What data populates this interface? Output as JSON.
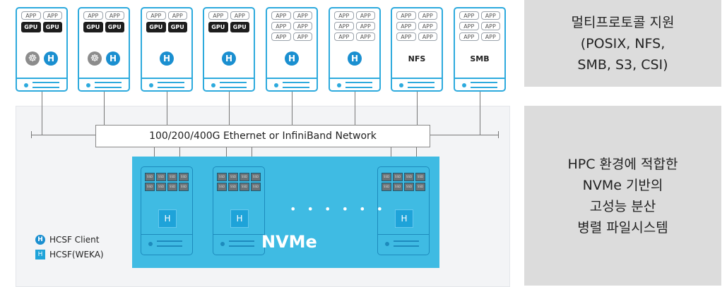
{
  "servers": [
    {
      "type": "gpu",
      "k8s": true,
      "client_label": "H"
    },
    {
      "type": "gpu",
      "k8s": true,
      "client_label": "H"
    },
    {
      "type": "gpu",
      "k8s": false,
      "client_label": "H"
    },
    {
      "type": "gpu",
      "k8s": false,
      "client_label": "H"
    },
    {
      "type": "app",
      "client_label": "H"
    },
    {
      "type": "app",
      "client_label": "H"
    },
    {
      "type": "proto",
      "protocol": "NFS"
    },
    {
      "type": "proto",
      "protocol": "SMB"
    }
  ],
  "labels": {
    "app": "APP",
    "gpu": "GPU",
    "ssd": "SSD"
  },
  "network": {
    "label": "100/200/400G Ethernet or InfiniBand Network"
  },
  "storage": {
    "node_label": "H",
    "nvme_label": "NVMe",
    "ellipsis": "• • • • • •"
  },
  "legend": {
    "client_icon": "H",
    "client_label": "HCSF Client",
    "weka_icon": "H",
    "weka_label": "HCSF(WEKA)"
  },
  "panels": {
    "top_lines": [
      "멀티프로토콜 지원",
      "(POSIX, NFS,",
      "SMB, S3, CSI)"
    ],
    "bottom_lines": [
      "HPC 환경에 적합한",
      "NVMe 기반의",
      "고성능 분산",
      "병렬 파일시스템"
    ]
  },
  "colors": {
    "accent": "#2daadd",
    "client": "#1a8fd0",
    "nvme": "#3fbbe3",
    "panel": "#dcdcdc"
  }
}
